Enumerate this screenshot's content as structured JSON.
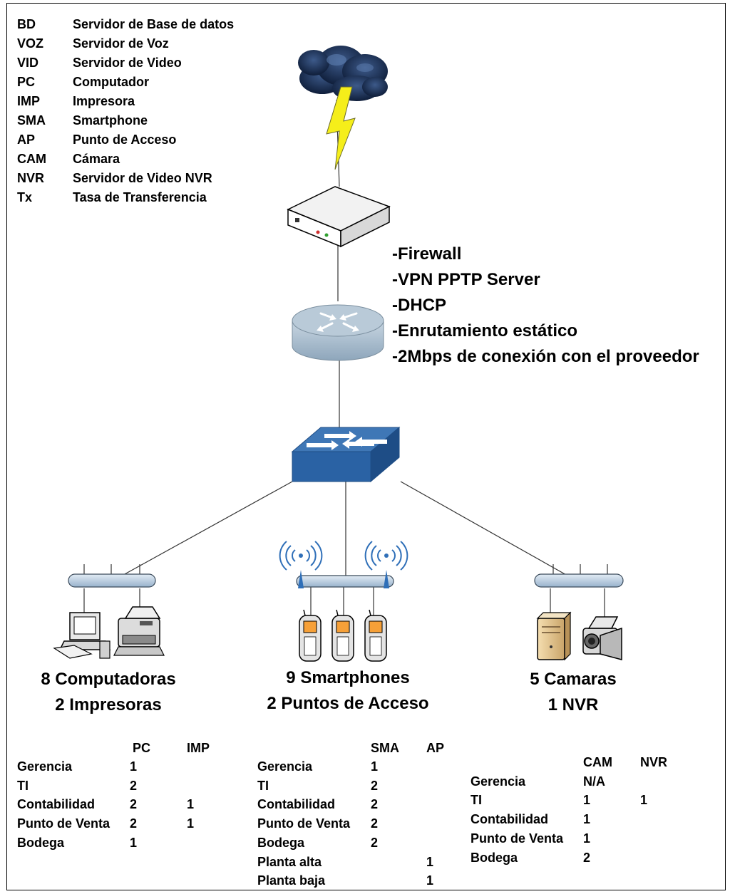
{
  "legend": [
    {
      "abbr": "BD",
      "desc": "Servidor de Base de datos"
    },
    {
      "abbr": "VOZ",
      "desc": "Servidor de Voz"
    },
    {
      "abbr": "VID",
      "desc": "Servidor de Video"
    },
    {
      "abbr": "PC",
      "desc": "Computador"
    },
    {
      "abbr": "IMP",
      "desc": "Impresora"
    },
    {
      "abbr": "SMA",
      "desc": "Smartphone"
    },
    {
      "abbr": "AP",
      "desc": "Punto de Acceso"
    },
    {
      "abbr": "CAM",
      "desc": "Cámara"
    },
    {
      "abbr": "NVR",
      "desc": "Servidor de Video NVR"
    },
    {
      "abbr": "Tx",
      "desc": "Tasa de Transferencia"
    }
  ],
  "router_features": [
    "-Firewall",
    "-VPN PPTP Server",
    "-DHCP",
    "-Enrutamiento estático",
    "-2Mbps de conexión con el proveedor"
  ],
  "groups": {
    "left": {
      "line1": "8 Computadoras",
      "line2": "2 Impresoras"
    },
    "center": {
      "line1": "9 Smartphones",
      "line2": "2 Puntos de Acceso"
    },
    "right": {
      "line1": "5 Camaras",
      "line2": "1 NVR"
    }
  },
  "tables": {
    "left": {
      "headers": [
        "PC",
        "IMP"
      ],
      "rows": [
        {
          "label": "Gerencia",
          "c1": "1",
          "c2": ""
        },
        {
          "label": "TI",
          "c1": "2",
          "c2": ""
        },
        {
          "label": "Contabilidad",
          "c1": "2",
          "c2": "1"
        },
        {
          "label": "Punto de Venta",
          "c1": "2",
          "c2": "1"
        },
        {
          "label": "Bodega",
          "c1": "1",
          "c2": ""
        }
      ]
    },
    "center": {
      "headers": [
        "SMA",
        "AP"
      ],
      "rows": [
        {
          "label": "Gerencia",
          "c1": "1",
          "c2": ""
        },
        {
          "label": "TI",
          "c1": "2",
          "c2": ""
        },
        {
          "label": "Contabilidad",
          "c1": "2",
          "c2": ""
        },
        {
          "label": "Punto de Venta",
          "c1": "2",
          "c2": ""
        },
        {
          "label": "Bodega",
          "c1": "2",
          "c2": ""
        },
        {
          "label": "Planta alta",
          "c1": "",
          "c2": "1"
        },
        {
          "label": "Planta baja",
          "c1": "",
          "c2": "1"
        }
      ]
    },
    "right": {
      "headers": [
        "CAM",
        "NVR"
      ],
      "rows": [
        {
          "label": "Gerencia",
          "c1": "N/A",
          "c2": ""
        },
        {
          "label": "TI",
          "c1": "1",
          "c2": "1"
        },
        {
          "label": "Contabilidad",
          "c1": "1",
          "c2": ""
        },
        {
          "label": "Punto de Venta",
          "c1": "1",
          "c2": ""
        },
        {
          "label": "Bodega",
          "c1": "2",
          "c2": ""
        }
      ]
    }
  },
  "icons": {
    "cloud": "cloud-icon",
    "lightning": "lightning-icon",
    "modem": "modem-icon",
    "router": "router-icon",
    "switch": "switch-icon",
    "computer": "computer-icon",
    "printer": "printer-icon",
    "access_point": "wireless-access-point-icon",
    "smartphone": "smartphone-icon",
    "server": "nvr-server-icon",
    "camera": "video-camera-icon",
    "bus": "network-bus-icon"
  }
}
